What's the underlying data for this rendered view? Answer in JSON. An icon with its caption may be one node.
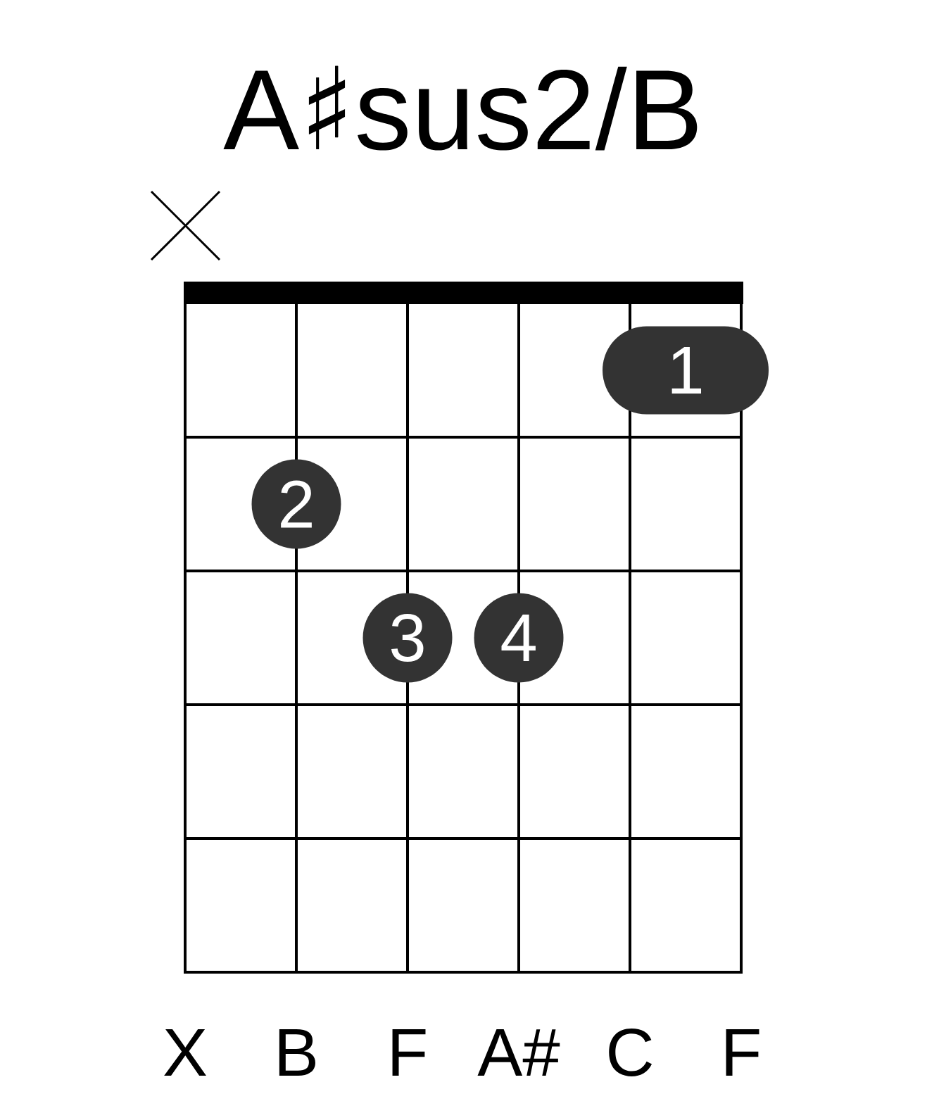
{
  "diagram": {
    "title": "A♯sus2/B",
    "nodes": [
      {
        "text": [
          "1"
        ]
      },
      {
        "text": [
          "2"
        ]
      },
      {
        "text": [
          "3"
        ]
      },
      {
        "text": [
          "4"
        ]
      }
    ],
    "labels": [
      "X",
      "B",
      "F",
      "A#",
      "C",
      "F"
    ]
  }
}
